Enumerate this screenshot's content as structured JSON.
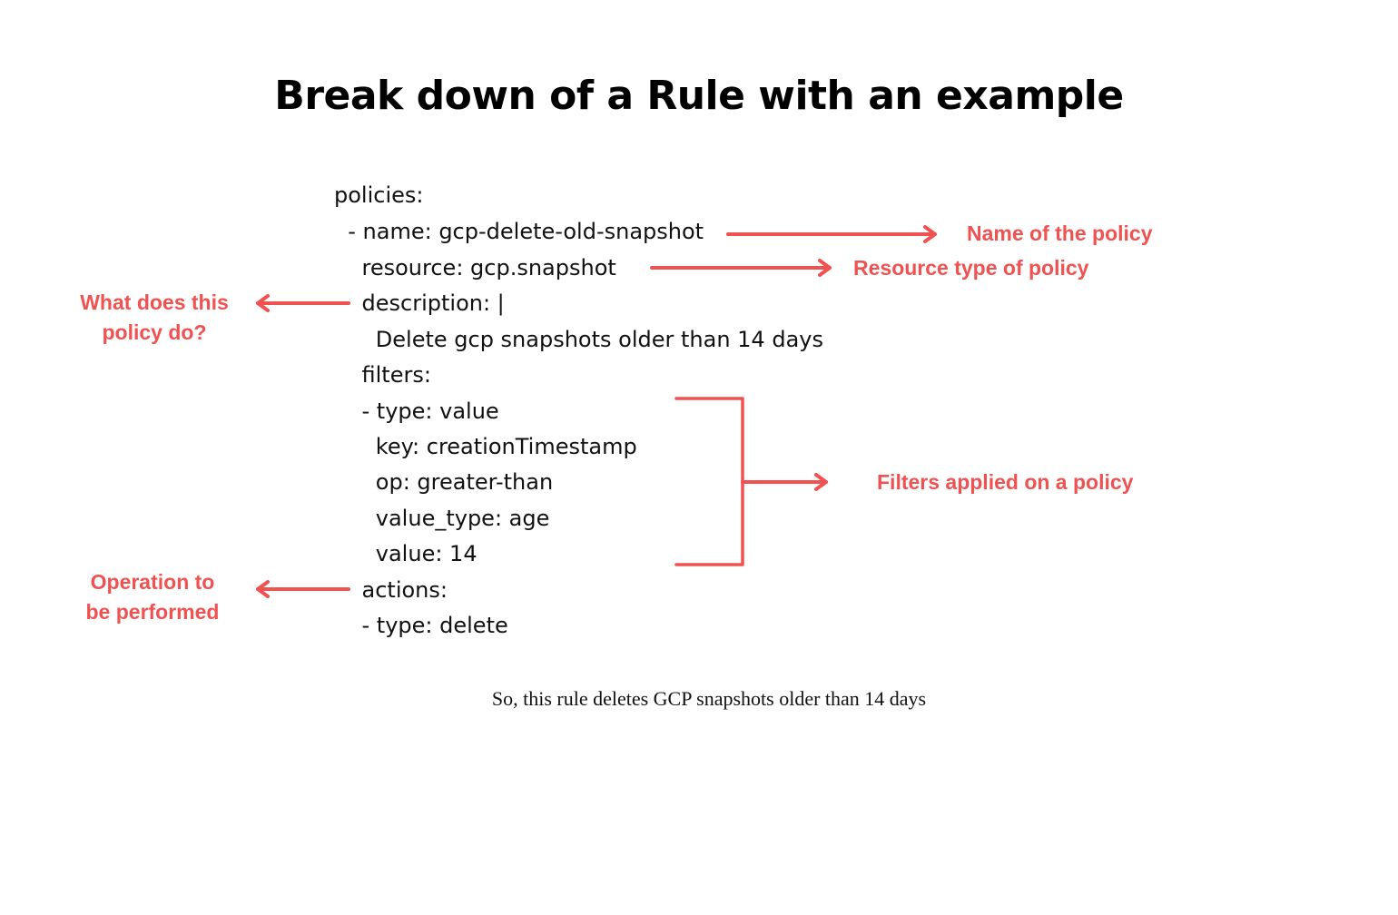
{
  "title": "Break down of a Rule with an example",
  "code_lines": [
    "policies:",
    "  - name: gcp-delete-old-snapshot",
    "    resource: gcp.snapshot",
    "    description: |",
    "      Delete gcp snapshots older than 14 days",
    "    filters:",
    "    - type: value",
    "      key: creationTimestamp",
    "      op: greater-than",
    "      value_type: age",
    "      value: 14",
    "    actions:",
    "    - type: delete"
  ],
  "annotations": {
    "name_note": "Name of the policy",
    "resource_note": "Resource type of policy",
    "description_note_line1": "What does this",
    "description_note_line2": "policy do?",
    "filters_note": "Filters applied on a policy",
    "actions_note_line1": "Operation to",
    "actions_note_line2": "be performed"
  },
  "summary": "So, this rule deletes GCP snapshots older than 14 days",
  "colors": {
    "accent": "#f05252",
    "text": "#111111",
    "background": "#ffffff"
  }
}
